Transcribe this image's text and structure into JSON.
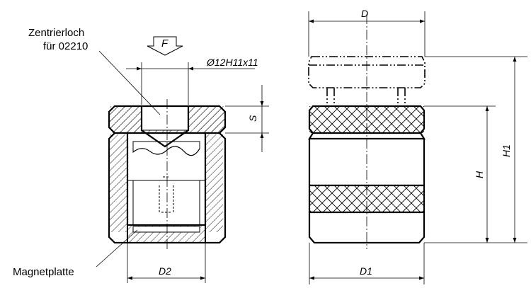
{
  "labels": {
    "center_hole_line1": "Zentrierloch",
    "center_hole_line2": "für 02210",
    "magnet_plate": "Magnetplatte",
    "force": "F",
    "bore_tolerance": "Ø12H11x11",
    "dim_s": "S",
    "dim_d2": "D2",
    "dim_d": "D",
    "dim_d1": "D1",
    "dim_h": "H",
    "dim_h1": "H1"
  }
}
